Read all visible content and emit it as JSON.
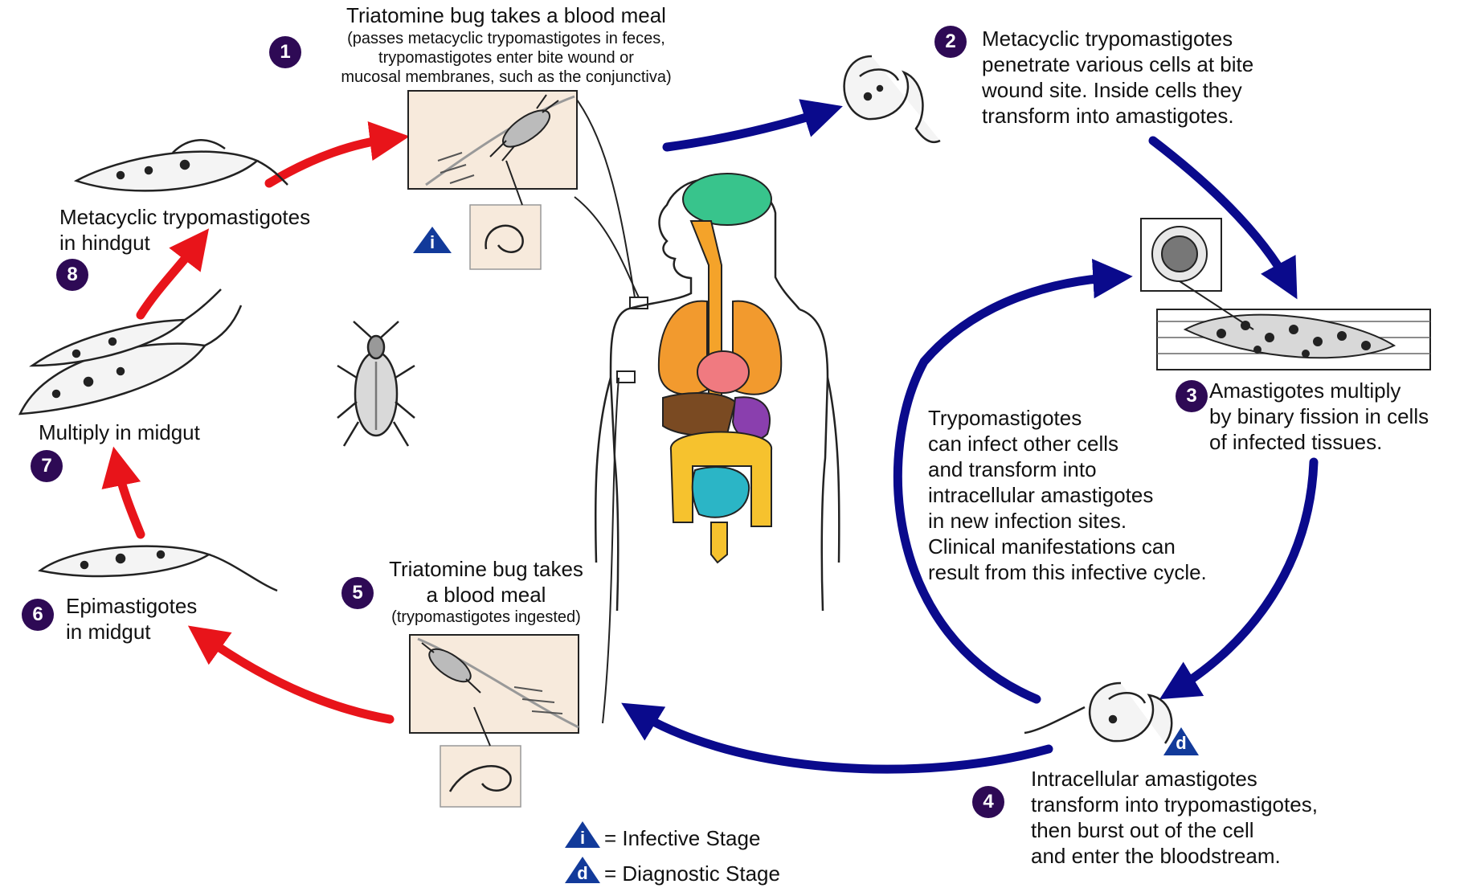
{
  "colors": {
    "host_arrow": "#0a0a8c",
    "vector_arrow": "#e8141a",
    "badge": "#2e0a55",
    "stage_marker": "#123a9a",
    "inset_bg": "#f7eadc"
  },
  "steps": {
    "s1": {
      "number": "1",
      "title": "Triatomine bug takes a blood meal",
      "detail": "(passes metacyclic trypomastigotes in feces,\ntrypomastigotes enter bite wound or\nmucosal membranes, such as the conjunctiva)"
    },
    "s2": {
      "number": "2",
      "text": "Metacyclic trypomastigotes\npenetrate various cells at bite\nwound site.  Inside cells they\ntransform into amastigotes."
    },
    "s3": {
      "number": "3",
      "text": "Amastigotes multiply\nby binary fission in cells\nof infected tissues."
    },
    "s4": {
      "number": "4",
      "text": "Intracellular amastigotes\ntransform into trypomastigotes,\nthen burst out of the cell\nand enter the bloodstream."
    },
    "s5": {
      "number": "5",
      "title": "Triatomine bug takes\na blood meal",
      "detail": "(trypomastigotes ingested)"
    },
    "s6": {
      "number": "6",
      "text": "Epimastigotes\nin midgut"
    },
    "s7": {
      "number": "7",
      "text": "Multiply in midgut"
    },
    "s8": {
      "number": "8",
      "text": "Metacyclic trypomastigotes\nin hindgut"
    }
  },
  "cycle_note": "Trypomastigotes\ncan infect other cells\nand transform into\nintracellular amastigotes\nin new infection sites.\nClinical manifestations can\nresult from this infective cycle.",
  "markers": {
    "infective": "i",
    "diagnostic": "d"
  },
  "legend": {
    "infective": "= Infective Stage",
    "diagnostic": "= Diagnostic Stage"
  }
}
